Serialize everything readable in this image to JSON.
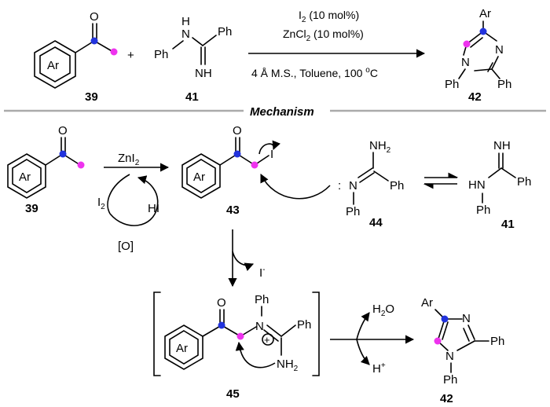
{
  "reaction": {
    "conditions": {
      "line1": "I",
      "line1_sub": "2",
      "line1_rest": " (10 mol%)",
      "line2": "ZnCl",
      "line2_sub": "2",
      "line2_rest": " (10 mol%)",
      "line3": "4 Å M.S., Toluene, 100 ",
      "line3_sup": "o",
      "line3_rest": "C"
    },
    "plus": "+",
    "compounds": {
      "c39": "39",
      "c41": "41",
      "c42": "42"
    }
  },
  "mechanism": {
    "header": "Mechanism",
    "zn_reagent": "ZnI",
    "zn_reagent_sub": "2",
    "i2": "I",
    "i2_sub": "2",
    "hi": "HI",
    "oxidant": "[O]",
    "iodide": "I",
    "iodide_sup": "-",
    "water": "H",
    "water_sub": "2",
    "water_rest": "O",
    "proton": "H",
    "proton_sup": "+",
    "lone_pair": ":",
    "compounds": {
      "c39": "39",
      "c43": "43",
      "c44": "44",
      "c41": "41",
      "c45": "45",
      "c42": "42"
    }
  },
  "atoms": {
    "ar": "Ar",
    "ph": "Ph",
    "o": "O",
    "n": "N",
    "h": "H",
    "i": "I",
    "nh": "NH",
    "nh2": "NH",
    "nh2_sub": "2",
    "hn": "HN",
    "plus_charge": "+"
  },
  "colors": {
    "blue_dot": "#2233dd",
    "magenta_dot": "#ee33ee",
    "ink": "#000000",
    "divider": "#aaaaaa"
  }
}
